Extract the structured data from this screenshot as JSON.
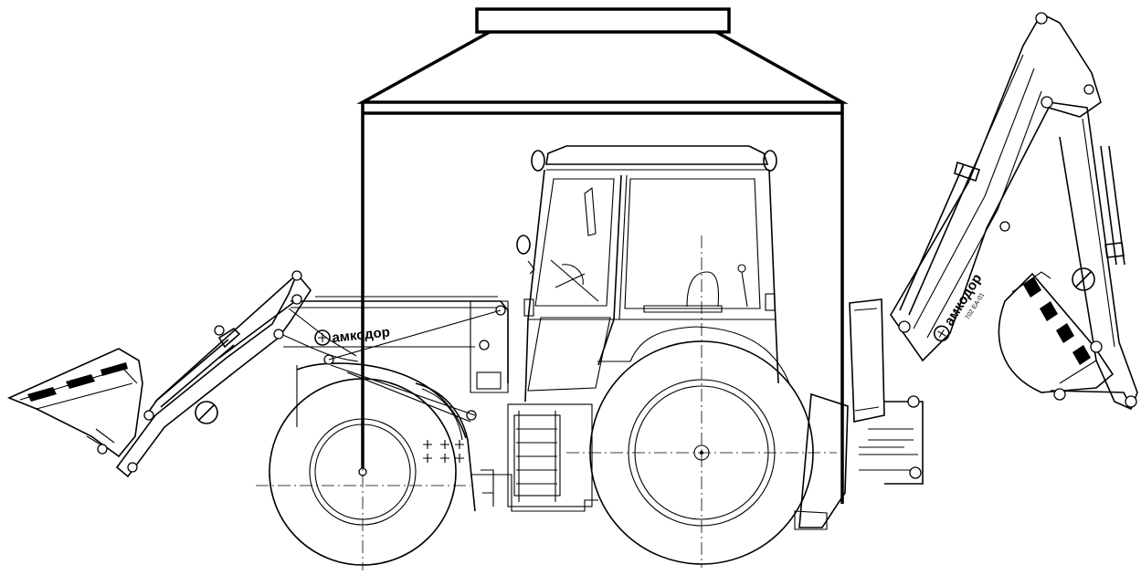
{
  "brand": {
    "logo_text_front": "амкодор",
    "logo_text_rear": "амкодор",
    "rear_model_text": "702 ЕА-01"
  },
  "icons": {
    "front_sign": "no-entry-sign-icon",
    "rear_sign": "no-entry-sign-icon"
  },
  "colors": {
    "line": "#000000",
    "background": "#ffffff"
  }
}
